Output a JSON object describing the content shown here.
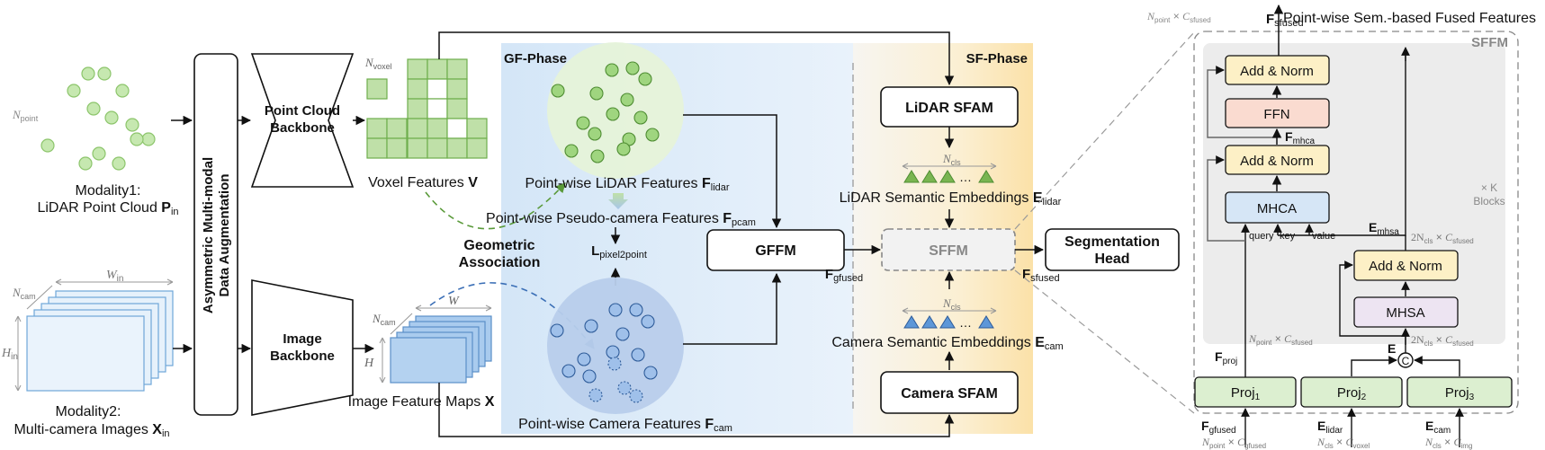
{
  "input_lidar": {
    "n_point": "N",
    "n_point_sub": "point",
    "caption_l1": "Modality1:",
    "caption_l2": "LiDAR Point Cloud ",
    "caption_sym": "P",
    "caption_sub": "in"
  },
  "input_cam": {
    "n_cam": "N",
    "n_cam_sub": "cam",
    "w": "W",
    "w_sub": "in",
    "h": "H",
    "h_sub": "in",
    "caption_l1": "Modality2:",
    "caption_l2": "Multi-camera Images ",
    "caption_sym": "X",
    "caption_sub": "in"
  },
  "augmentation": {
    "label_l1": "Asymmetric Multi-modal",
    "label_l2": "Data Augmentation"
  },
  "pc_backbone": {
    "label_l1": "Point Cloud",
    "label_l2": "Backbone"
  },
  "img_backbone": {
    "label_l1": "Image",
    "label_l2": "Backbone"
  },
  "voxel": {
    "n": "N",
    "n_sub": "voxel",
    "caption": "Voxel Features ",
    "caption_sym": "V"
  },
  "img_feat": {
    "n": "N",
    "n_sub": "cam",
    "w": "W",
    "h": "H",
    "caption": "Image Feature Maps ",
    "caption_sym": "X"
  },
  "geo_assoc": {
    "l1": "Geometric",
    "l2": "Association"
  },
  "gf_phase": {
    "title": "GF-Phase",
    "lidar_feat": "Point-wise LiDAR Features ",
    "lidar_sym": "F",
    "lidar_sub": "lidar",
    "pcam_feat": "Point-wise Pseudo-camera Features ",
    "pcam_sym": "F",
    "pcam_sub": "pcam",
    "loss": "L",
    "loss_sub": "pixel2point",
    "cam_feat": "Point-wise Camera Features ",
    "cam_sym": "F",
    "cam_sub": "cam",
    "gffm": "GFFM",
    "fgfused": "F",
    "fgfused_sub": "gfused"
  },
  "sf_phase": {
    "title": "SF-Phase",
    "lidar_sfam": "LiDAR SFAM",
    "n_cls": "N",
    "n_cls_sub": "cls",
    "dots": "…",
    "lidar_emb": "LiDAR Semantic Embeddings ",
    "lidar_emb_sym": "E",
    "lidar_emb_sub": "lidar",
    "sffm": "SFFM",
    "cam_emb": "Camera Semantic Embeddings ",
    "cam_emb_sym": "E",
    "cam_emb_sub": "cam",
    "camera_sfam": "Camera SFAM",
    "fsfused": "F",
    "fsfused_sub": "sfused"
  },
  "seg_head": {
    "l1": "Segmentation",
    "l2": "Head"
  },
  "sffm_detail": {
    "title": "SFFM",
    "out_label": "Point-wise Sem.-based Fused Features",
    "out_dim_n": "N",
    "out_dim_n_sub": "point",
    "out_dim_x": " × ",
    "out_dim_c": "C",
    "out_dim_c_sub": "sfused",
    "out_sym": "F",
    "out_sub": "sfused",
    "add_norm": "Add & Norm",
    "ffn": "FFN",
    "fmhca": "F",
    "fmhca_sub": "mhca",
    "mhca": "MHCA",
    "query": "query",
    "key": "key",
    "value": "value",
    "emhsa": "E",
    "emhsa_sub": "mhsa",
    "dim_2n": "2N",
    "dim_2n_sub": "cls",
    "dim_c": "C",
    "dim_c_sub": "sfused",
    "times_k": "× K",
    "blocks": "Blocks",
    "mhsa": "MHSA",
    "fproj": "F",
    "fproj_sub": "proj",
    "e": "E",
    "concat": "C",
    "proj": "Proj",
    "proj1_sub": "1",
    "proj2_sub": "2",
    "proj3_sub": "3",
    "in1_sym": "F",
    "in1_sub": "gfused",
    "in1_dim_n_sub": "point",
    "in1_dim_c_sub": "gfused",
    "in2_sym": "E",
    "in2_sub": "lidar",
    "in2_dim_n_sub": "cls",
    "in2_dim_c_sub": "voxel",
    "in3_sym": "E",
    "in3_sub": "cam",
    "in3_dim_n_sub": "cls",
    "in3_dim_c_sub": "img"
  }
}
